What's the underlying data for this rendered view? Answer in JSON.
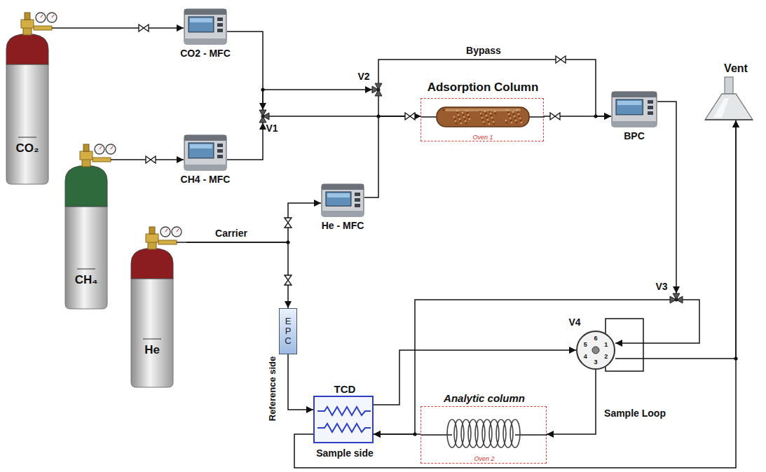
{
  "diagram": {
    "nodes": [
      {
        "text": [
          "CO₂"
        ]
      },
      {
        "text": [
          "CH₄"
        ]
      },
      {
        "text": [
          "He"
        ]
      },
      {
        "text": [
          "CO2 - MFC"
        ]
      },
      {
        "text": [
          "CH4 - MFC"
        ]
      },
      {
        "text": [
          "He - MFC"
        ]
      },
      {
        "text": [
          "V1"
        ]
      },
      {
        "text": [
          "V2"
        ]
      },
      {
        "text": [
          "Adsorption Column",
          "Oven 1"
        ]
      },
      {
        "text": [
          "BPC"
        ]
      },
      {
        "text": [
          "Vent"
        ]
      },
      {
        "text": [
          "EPC"
        ]
      },
      {
        "text": [
          "V3"
        ]
      },
      {
        "text": [
          "V4",
          "6",
          "1",
          "2",
          "3",
          "4",
          "5",
          "Sample Loop"
        ]
      },
      {
        "text": [
          "TCD",
          "Sample side"
        ]
      },
      {
        "text": [
          "Analytic column",
          "Oven 2"
        ]
      }
    ],
    "edges": [
      {
        "from": 0,
        "to": 3,
        "arrow": "to"
      },
      {
        "from": 1,
        "to": 4,
        "arrow": "to"
      },
      {
        "from": 3,
        "to": 6,
        "arrow": "to"
      },
      {
        "from": 4,
        "to": 6,
        "arrow": "to"
      },
      {
        "from": 6,
        "to": 7,
        "arrow": "to"
      },
      {
        "from": 6,
        "to": 8,
        "arrow": "to"
      },
      {
        "from": 7,
        "to": 8,
        "arrow": "to"
      },
      {
        "from": 7,
        "to": 9,
        "label": "Bypass",
        "arrow": "to"
      },
      {
        "from": 5,
        "to": 8,
        "arrow": "to"
      },
      {
        "from": 8,
        "to": 9,
        "arrow": "to"
      },
      {
        "from": 2,
        "to": 5,
        "label": "Carrier",
        "arrow": "to"
      },
      {
        "from": 2,
        "to": 11,
        "arrow": "to"
      },
      {
        "from": 11,
        "to": 14,
        "arrow": "to"
      },
      {
        "from": 9,
        "to": 12,
        "arrow": "to"
      },
      {
        "from": 12,
        "to": 13,
        "arrow": "to"
      },
      {
        "from": 12,
        "to": 14,
        "arrow": "to"
      },
      {
        "from": 14,
        "to": 13,
        "arrow": "to"
      },
      {
        "from": 13,
        "to": 10,
        "arrow": "to"
      },
      {
        "from": 13,
        "to": 15,
        "arrow": "to"
      },
      {
        "from": 15,
        "to": 14,
        "arrow": "to"
      },
      {
        "from": 14,
        "to": 10,
        "arrow": "to"
      }
    ],
    "labels": [
      "Reference side"
    ]
  }
}
